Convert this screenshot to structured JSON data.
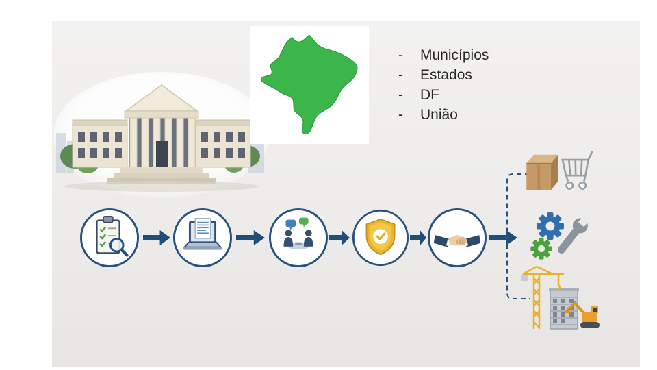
{
  "entities": {
    "bullet": "-",
    "items": [
      "Municípios",
      "Estados",
      "DF",
      "União"
    ]
  },
  "illustrations": {
    "building": "government-building",
    "map": "brazil-map"
  },
  "flow": {
    "steps": [
      {
        "id": "review-checklist",
        "icon": "clipboard-checklist-magnifier-icon"
      },
      {
        "id": "electronic-document",
        "icon": "laptop-document-icon"
      },
      {
        "id": "public-session",
        "icon": "meeting-speech-bubbles-icon"
      },
      {
        "id": "guarantee",
        "icon": "gold-shield-check-icon"
      },
      {
        "id": "agreement",
        "icon": "handshake-icon"
      }
    ],
    "outcomes": [
      {
        "id": "goods",
        "icon": "package-box-shopping-cart-icon"
      },
      {
        "id": "services",
        "icon": "gears-wrench-icon"
      },
      {
        "id": "works",
        "icon": "crane-building-excavator-icon"
      }
    ]
  },
  "colors": {
    "slide_background": "#edecea",
    "flow_navy": "#1f4e79",
    "circle_border": "#27517e",
    "map_green": "#3cb54a",
    "shield_gold": "#e9b62e",
    "bubble_blue": "#3f7fbf",
    "bubble_green": "#58ad4c",
    "gear_blue": "#2f6fad",
    "gear_green": "#4aa23c",
    "crane_yellow": "#e9b227",
    "box_brown": "#c69a66"
  }
}
